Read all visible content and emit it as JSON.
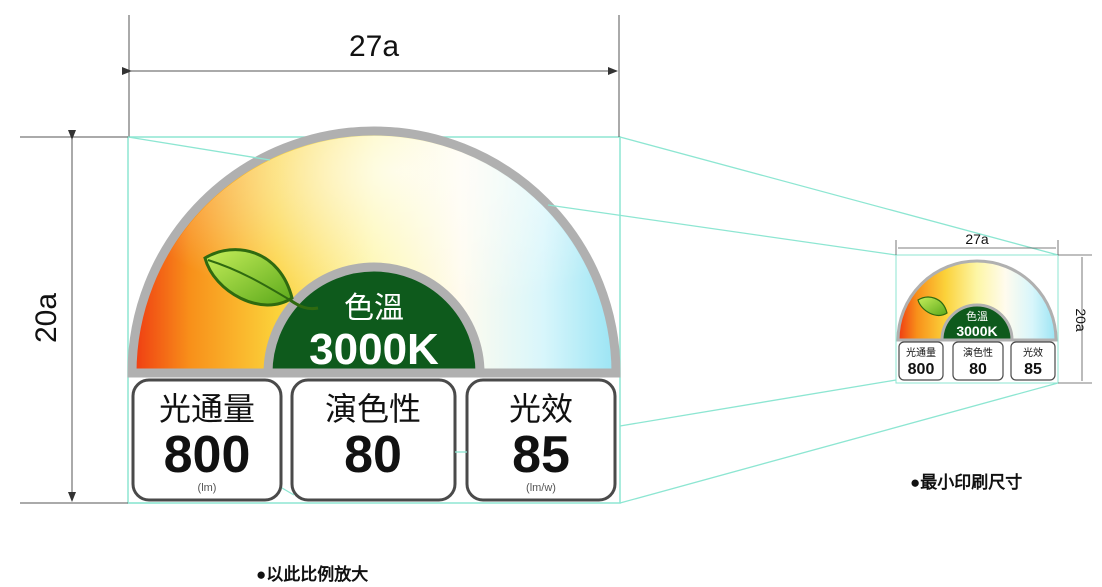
{
  "large": {
    "width_label": "27a",
    "height_label": "20a",
    "color_temp_title": "色溫",
    "color_temp_value": "3000K",
    "boxes": [
      {
        "title": "光通量",
        "value": "800",
        "unit": "(lm)"
      },
      {
        "title": "演色性",
        "value": "80",
        "unit": ""
      },
      {
        "title": "光效",
        "value": "85",
        "unit": "(lm/w)"
      }
    ]
  },
  "small": {
    "width_label": "27a",
    "height_label": "20a",
    "color_temp_title": "色溫",
    "color_temp_value": "3000K",
    "boxes": [
      {
        "title": "光通量",
        "value": "800",
        "unit": ""
      },
      {
        "title": "演色性",
        "value": "80",
        "unit": ""
      },
      {
        "title": "光效",
        "value": "85",
        "unit": ""
      }
    ]
  },
  "notes": {
    "min_print_size": "●最小印刷尺寸",
    "enlarge_ratio": "●以此比例放大"
  },
  "colors": {
    "dark_green": "#0e5a1c",
    "leaf_green": "#7cc22a",
    "guide_cyan": "#8de6d2",
    "arc_border": "#b0b0b0",
    "box_border": "#4a4a4a"
  }
}
